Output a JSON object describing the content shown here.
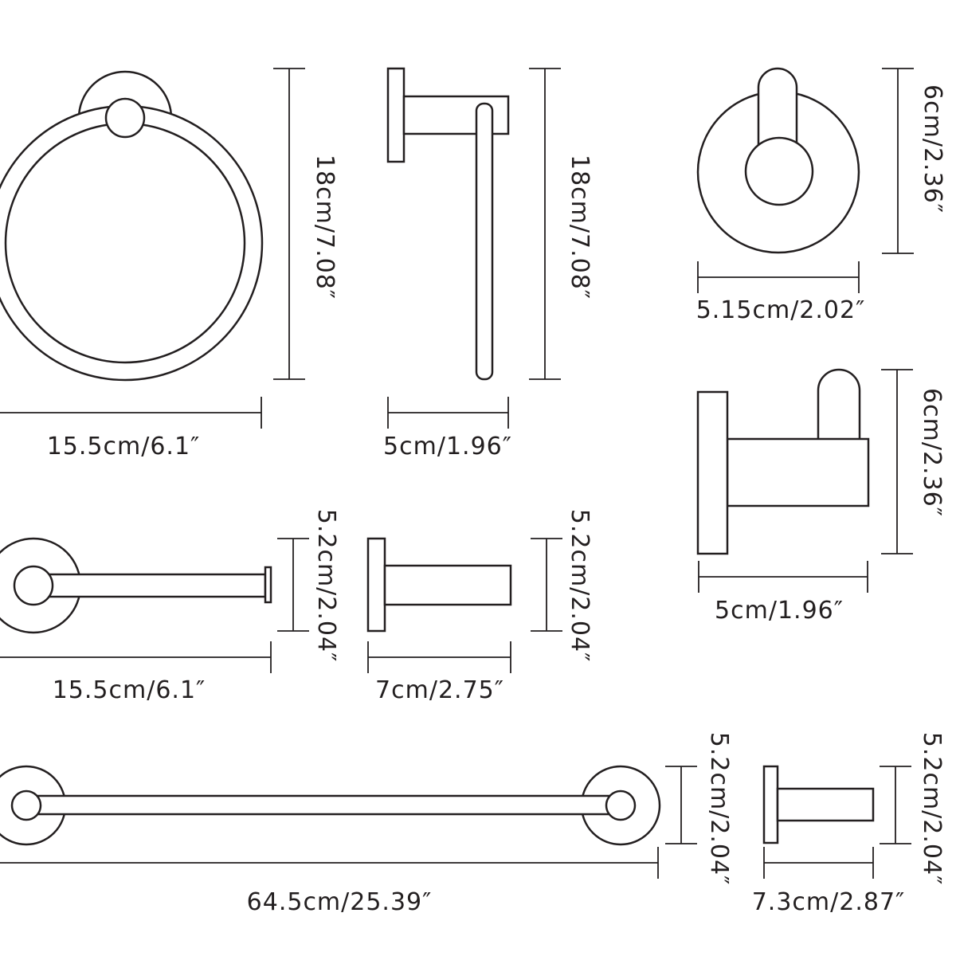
{
  "colors": {
    "line": "#231f20",
    "background": "#ffffff"
  },
  "dimensions": {
    "towel_ring": {
      "width": "15.5cm/6.1″",
      "height": "18cm/7.08″"
    },
    "towel_holder": {
      "width": "5cm/1.96″",
      "height": "18cm/7.08″"
    },
    "robe_hook_front": {
      "width": "5.15cm/2.02″",
      "height": "6cm/2.36″"
    },
    "robe_hook_side": {
      "width": "5cm/1.96″",
      "height": "6cm/2.36″"
    },
    "paper_holder_front": {
      "width": "15.5cm/6.1″",
      "height": "5.2cm/2.04″"
    },
    "paper_holder_side": {
      "width": "7cm/2.75″",
      "height": "5.2cm/2.04″"
    },
    "towel_bar_front": {
      "width": "64.5cm/25.39″",
      "height": "5.2cm/2.04″"
    },
    "towel_bar_side": {
      "width": "7.3cm/2.87″",
      "height": "5.2cm/2.04″"
    }
  }
}
